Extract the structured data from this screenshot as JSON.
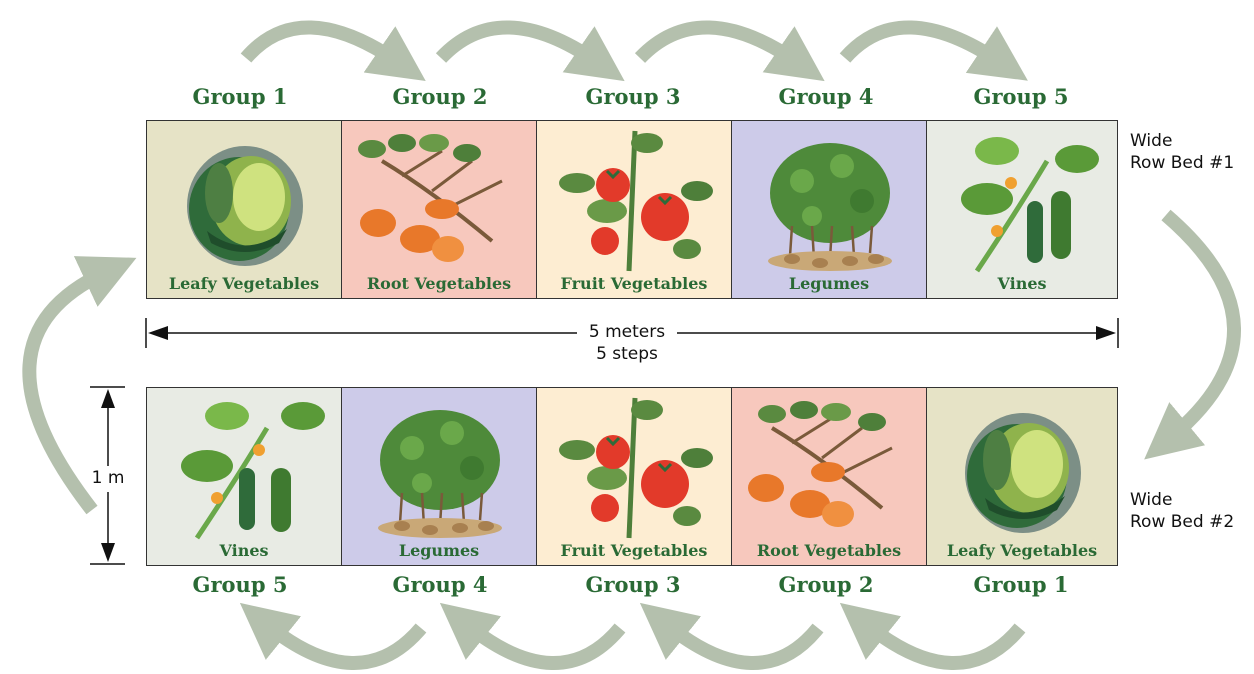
{
  "bed1": {
    "title_line1": "Wide",
    "title_line2": "Row Bed #1",
    "cells": [
      {
        "group": "Group 1",
        "label": "Leafy Vegetables",
        "icon": "cabbage-icon",
        "bg": "#e6e3c6"
      },
      {
        "group": "Group 2",
        "label": "Root Vegetables",
        "icon": "sweet-potato-icon",
        "bg": "#f7c8bd"
      },
      {
        "group": "Group 3",
        "label": "Fruit Vegetables",
        "icon": "tomato-plant-icon",
        "bg": "#fdedd2"
      },
      {
        "group": "Group 4",
        "label": "Legumes",
        "icon": "peanut-plant-icon",
        "bg": "#cdcbe9"
      },
      {
        "group": "Group 5",
        "label": "Vines",
        "icon": "cucumber-vine-icon",
        "bg": "#e8ebe4"
      }
    ]
  },
  "bed2": {
    "title_line1": "Wide",
    "title_line2": "Row Bed #2",
    "cells": [
      {
        "group": "Group 5",
        "label": "Vines",
        "icon": "cucumber-vine-icon",
        "bg": "#e8ebe4"
      },
      {
        "group": "Group 4",
        "label": "Legumes",
        "icon": "peanut-plant-icon",
        "bg": "#cdcbe9"
      },
      {
        "group": "Group 3",
        "label": "Fruit Vegetables",
        "icon": "tomato-plant-icon",
        "bg": "#fdedd2"
      },
      {
        "group": "Group 2",
        "label": "Root Vegetables",
        "icon": "sweet-potato-icon",
        "bg": "#f7c8bd"
      },
      {
        "group": "Group 1",
        "label": "Leafy Vegetables",
        "icon": "cabbage-icon",
        "bg": "#e6e3c6"
      }
    ]
  },
  "measurements": {
    "length_line1": "5 meters",
    "length_line2": "5 steps",
    "width": "1 m"
  },
  "colors": {
    "arrow": "#b4c0ad",
    "label_green": "#2a6a35"
  }
}
